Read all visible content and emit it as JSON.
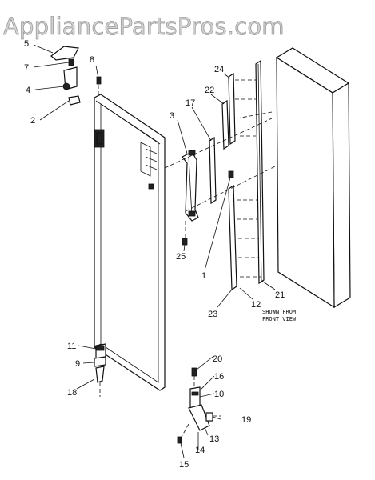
{
  "watermark": "AppliancePartsPros.com",
  "note_lines": [
    "SHOWN FROM",
    "FRONT VIEW"
  ],
  "callouts": [
    "5",
    "7",
    "4",
    "2",
    "8",
    "3",
    "17",
    "22",
    "24",
    "25",
    "1",
    "23",
    "12",
    "21",
    "11",
    "9",
    "18",
    "20",
    "16",
    "10",
    "19",
    "13",
    "14",
    "15"
  ]
}
